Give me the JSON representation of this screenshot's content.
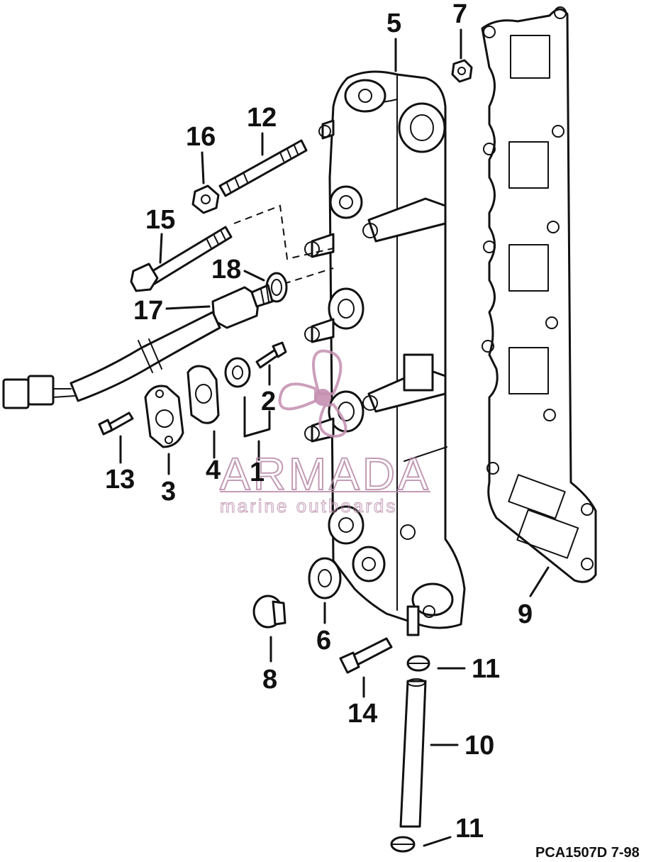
{
  "callouts": {
    "c1": "1",
    "c2": "2",
    "c3": "3",
    "c4": "4",
    "c5": "5",
    "c6": "6",
    "c7": "7",
    "c8": "8",
    "c9": "9",
    "c10": "10",
    "c11a": "11",
    "c11b": "11",
    "c12": "12",
    "c13": "13",
    "c14": "14",
    "c15": "15",
    "c16": "16",
    "c17": "17",
    "c18": "18"
  },
  "reference": "PCA1507D  7-98",
  "watermark": {
    "brand": "ARMADA",
    "tagline": "marine outboards",
    "color": "#b88aa8"
  }
}
